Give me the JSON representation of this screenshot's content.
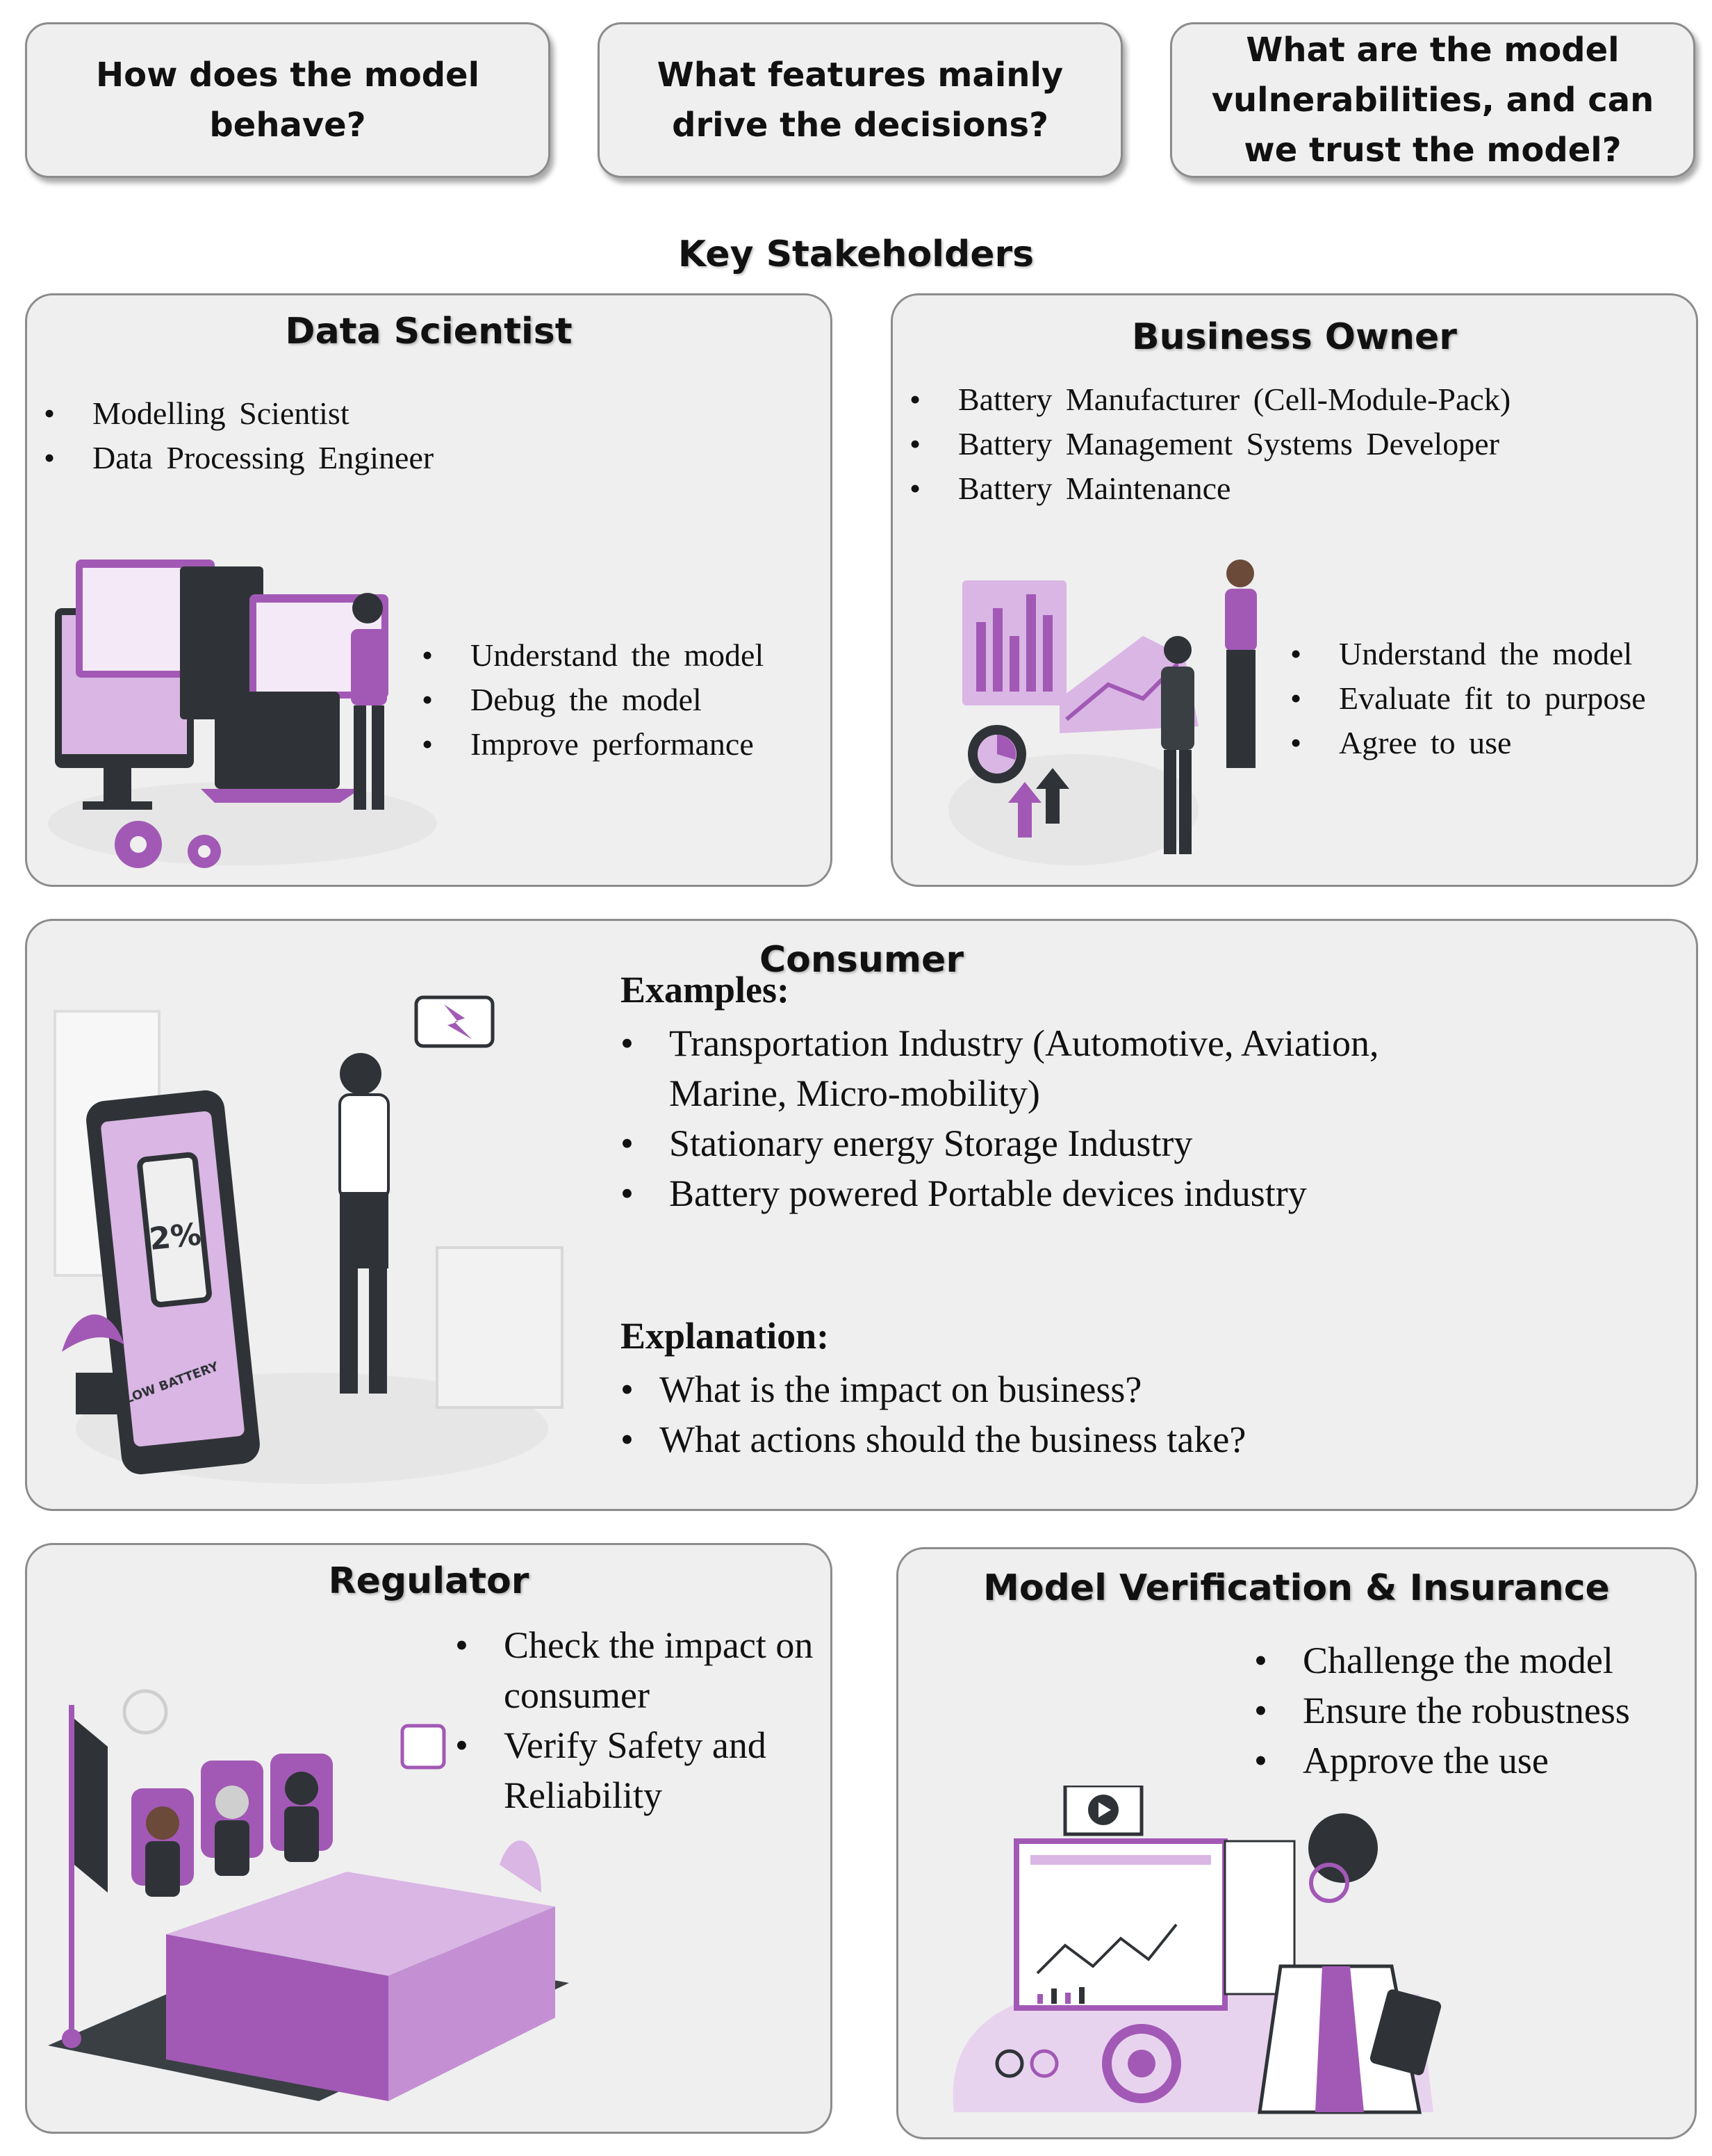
{
  "questions": [
    "How does the model behave?",
    "What features mainly drive the decisions?",
    "What are the model vulnerabilities, and can we trust the model?"
  ],
  "heading": "Key Stakeholders",
  "data_scientist": {
    "title": "Data Scientist",
    "roles": [
      "Modelling Scientist",
      "Data Processing Engineer"
    ],
    "tasks": [
      "Understand the model",
      "Debug the model",
      "Improve performance"
    ]
  },
  "business_owner": {
    "title": "Business Owner",
    "roles": [
      "Battery Manufacturer (Cell-Module-Pack)",
      "Battery Management Systems Developer",
      "Battery Maintenance"
    ],
    "tasks": [
      "Understand the model",
      "Evaluate fit to purpose",
      "Agree to use"
    ]
  },
  "consumer": {
    "title": "Consumer",
    "examples_heading": "Examples:",
    "examples": [
      "Transportation Industry (Automotive, Aviation, Marine, Micro-mobility)",
      "Stationary energy Storage Industry",
      "Battery powered Portable devices industry"
    ],
    "explanation_heading": "Explanation:",
    "explanation": [
      "What is the impact on business?",
      "What actions should the business take?"
    ],
    "phone_percent": "2%",
    "phone_label": "LOW BATTERY"
  },
  "regulator": {
    "title": "Regulator",
    "tasks": [
      "Check the impact on consumer",
      "Verify Safety and Reliability"
    ]
  },
  "verification": {
    "title": "Model Verification & Insurance",
    "tasks": [
      "Challenge the model",
      "Ensure the robustness",
      "Approve the use"
    ]
  },
  "colors": {
    "accent": "#a259b5",
    "accent_light": "#d9b6e4",
    "dark": "#2f3337",
    "panel": "#efefef",
    "border": "#8c8c8c"
  }
}
